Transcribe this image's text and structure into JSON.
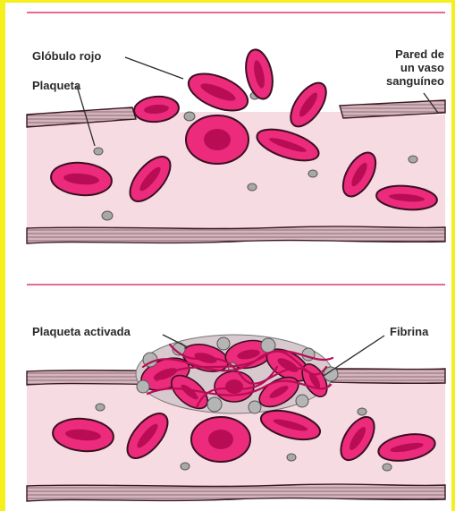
{
  "colors": {
    "frame": "#f5ef1e",
    "vessel_lumen": "#f7dbe2",
    "cell_fill": "#ec2b7c",
    "cell_center": "#b80d55",
    "cell_outline": "#3a1020",
    "platelet": "#a8a8a8",
    "divider": "#e8698f"
  },
  "top_panel": {
    "label_globulo": "Glóbulo rojo",
    "label_plaqueta": "Plaqueta",
    "label_pared_1": "Pared de",
    "label_pared_2": "un vaso",
    "label_pared_3": "sanguíneo"
  },
  "bottom_panel": {
    "label_plaqueta_activada": "Plaqueta activada",
    "label_fibrina": "Fibrina"
  }
}
